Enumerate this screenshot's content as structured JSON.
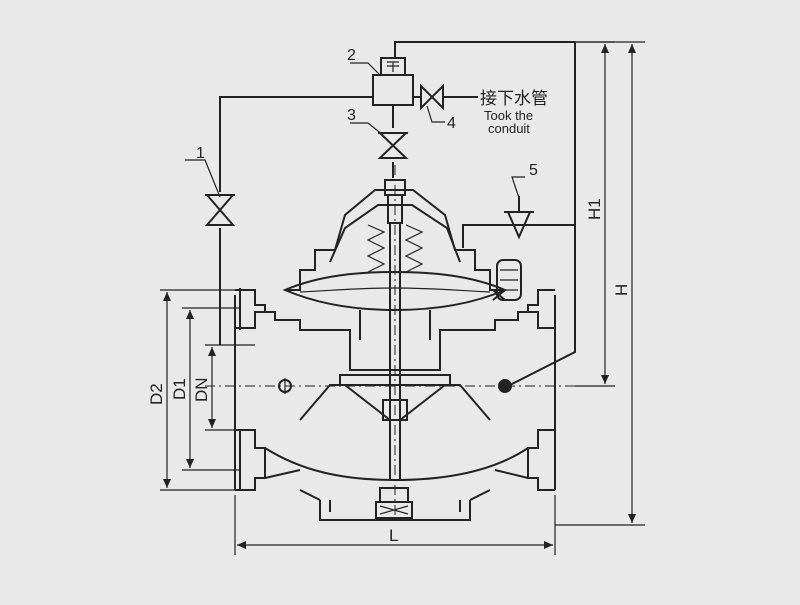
{
  "drawing": {
    "callouts": [
      "1",
      "2",
      "3",
      "4",
      "5"
    ],
    "pipe_note_cn": "接下水管",
    "pipe_note_en_line1": "Took the",
    "pipe_note_en_line2": "conduit",
    "dimensions": {
      "h1": "H1",
      "h": "H",
      "d2": "D2",
      "d1": "D1",
      "dn": "DN",
      "l": "L"
    }
  }
}
